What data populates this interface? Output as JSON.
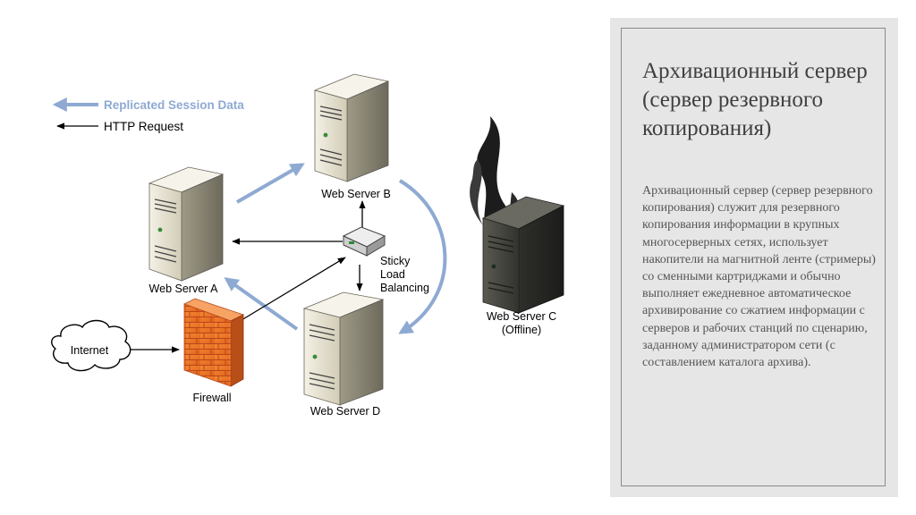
{
  "legend": {
    "replicated": "Replicated Session Data",
    "http": "HTTP Request"
  },
  "nodes": {
    "server_a": "Web Server A",
    "server_b": "Web Server B",
    "server_c_line1": "Web Server C",
    "server_c_line2": "(Offline)",
    "server_d": "Web Server D",
    "firewall": "Firewall",
    "internet": "Internet",
    "lb_line1": "Sticky",
    "lb_line2": "Load",
    "lb_line3": "Balancing"
  },
  "colors": {
    "replication_arrow": "#8eaad2",
    "http_arrow": "#000000",
    "panel_bg": "#e6e6e6",
    "firewall": "#f07c2a"
  },
  "panel": {
    "title": "Архивационный сервер (сервер резервного копирования)",
    "body": "Архивационный сервер (сервер резервного копирования) служит для резервного копирования информации в крупных многосерверных сетях, использует накопители на магнитной ленте (стримеры) со сменными картриджами и обычно выполняет ежедневное автоматическое архивирование со сжатием информации с серверов и рабочих станций по сценарию, заданному администратором сети (с составлением каталога архива)."
  }
}
